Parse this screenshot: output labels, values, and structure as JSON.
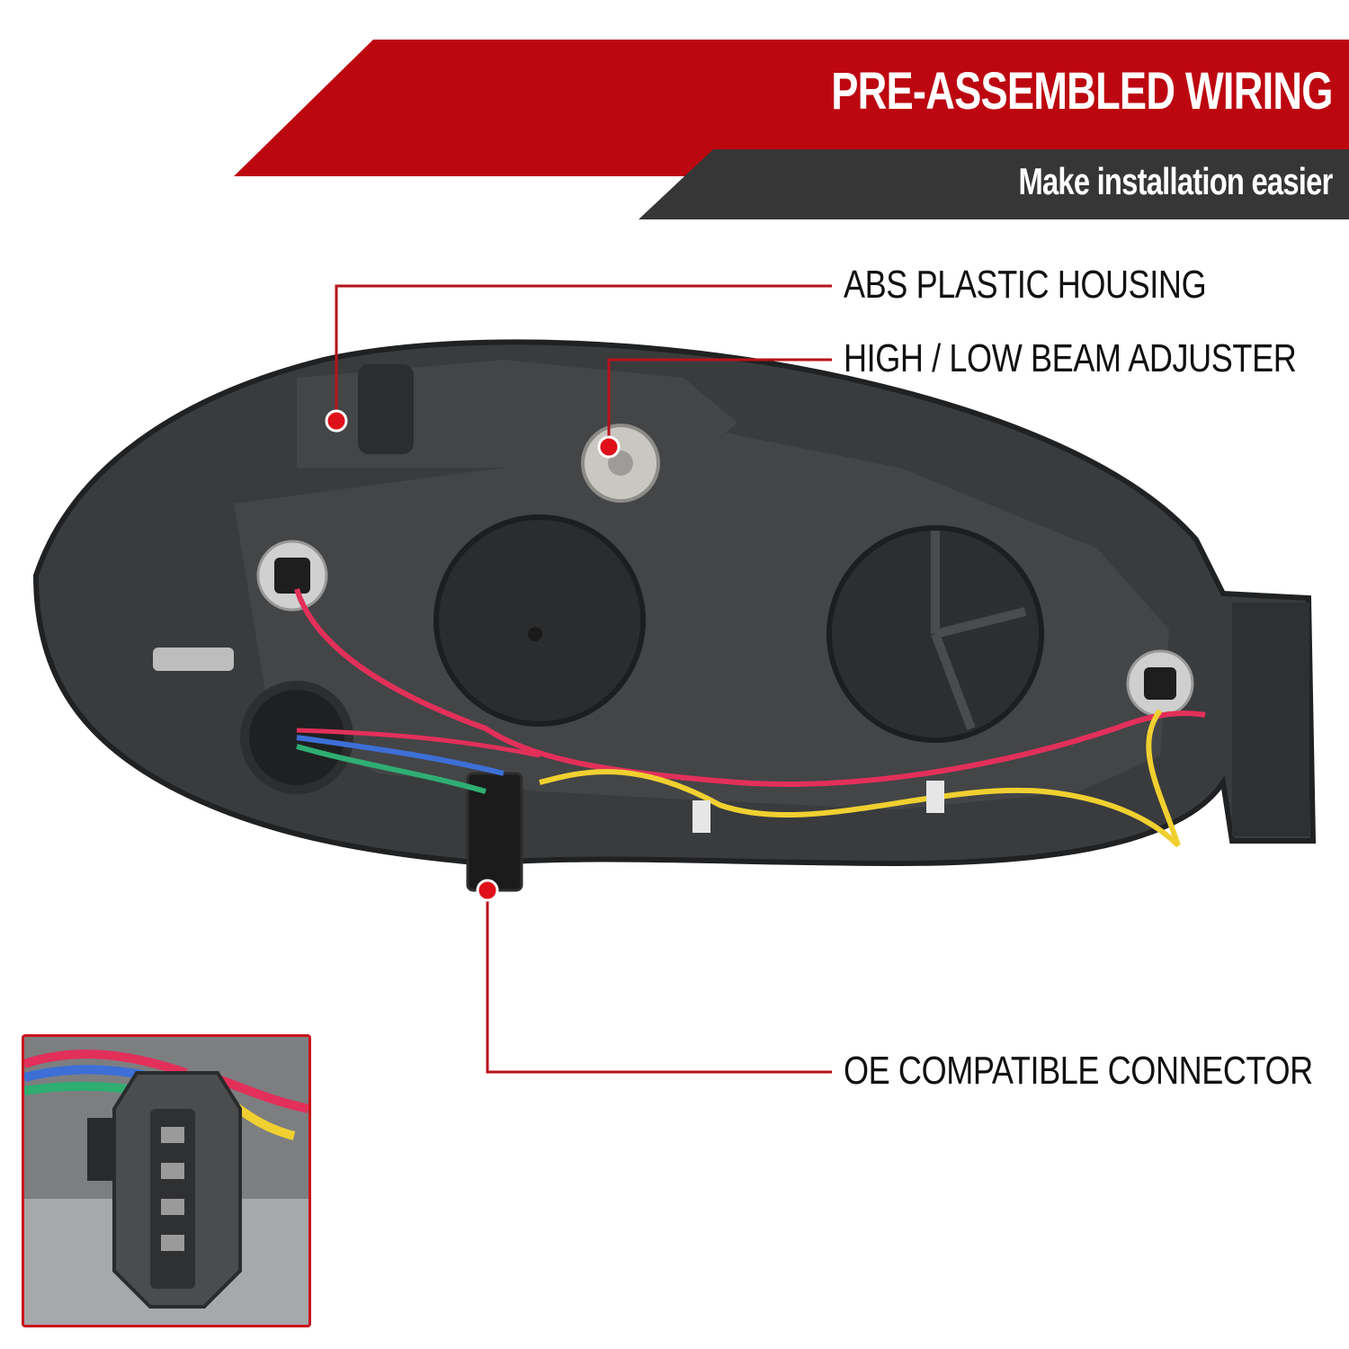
{
  "banner": {
    "title": "PRE-ASSEMBLED WIRING",
    "subtitle": "Make installation easier",
    "title_color": "#bd0710",
    "subtitle_color": "#363636"
  },
  "callouts": [
    {
      "label": "ABS PLASTIC HOUSING"
    },
    {
      "label": "HIGH / LOW BEAM ADJUSTER"
    },
    {
      "label": "OE COMPATIBLE CONNECTOR"
    }
  ],
  "colors": {
    "callout_line": "#b8121a",
    "callout_dot": "#e0101a",
    "housing": "#3a3b3d"
  },
  "wire_colors": [
    "#e2305a",
    "#f0d030",
    "#3d6fd6",
    "#2fae72",
    "#8a8a8a"
  ]
}
